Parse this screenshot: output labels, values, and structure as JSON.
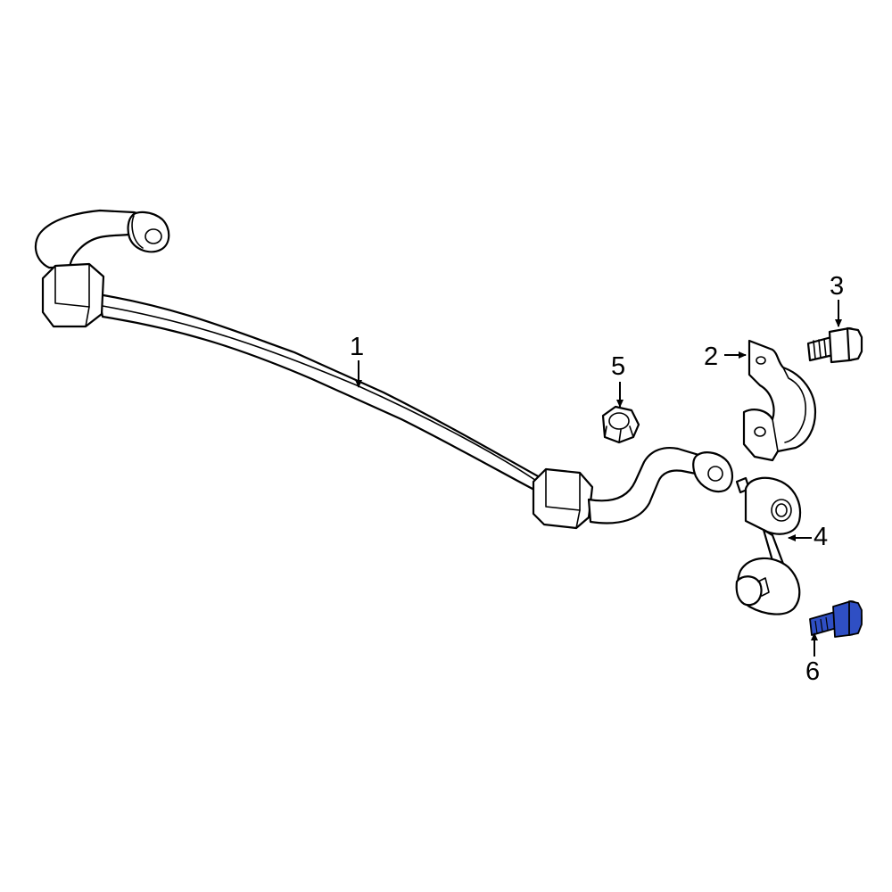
{
  "diagram": {
    "highlight_color": "#2f4fc4",
    "callouts": [
      {
        "id": "1",
        "label": "1"
      },
      {
        "id": "2",
        "label": "2"
      },
      {
        "id": "3",
        "label": "3"
      },
      {
        "id": "4",
        "label": "4"
      },
      {
        "id": "5",
        "label": "5"
      },
      {
        "id": "6",
        "label": "6"
      }
    ]
  }
}
